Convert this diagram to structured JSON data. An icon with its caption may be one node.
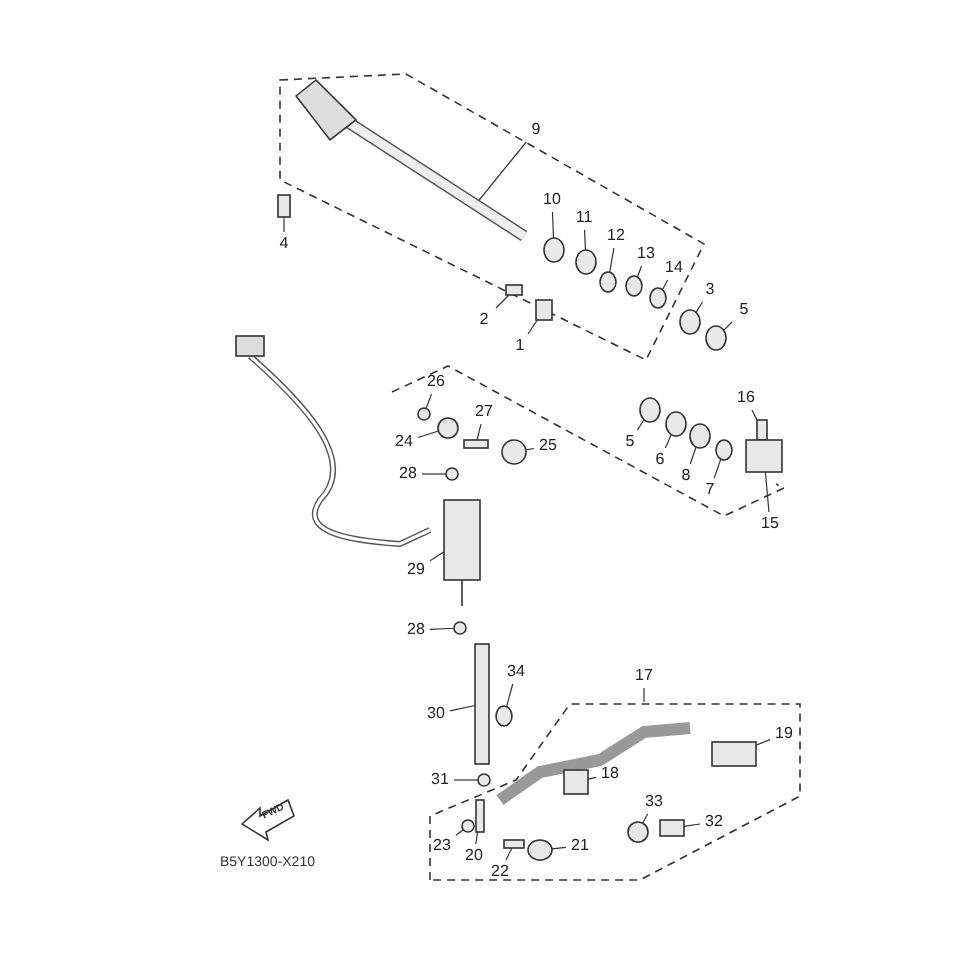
{
  "diagram": {
    "nodes": [
      {
        "text": [
          "9"
        ]
      },
      {
        "text": [
          "10"
        ]
      },
      {
        "text": [
          "11"
        ]
      },
      {
        "text": [
          "4"
        ]
      },
      {
        "text": [
          "12"
        ]
      },
      {
        "text": [
          "13"
        ]
      },
      {
        "text": [
          "14"
        ]
      },
      {
        "text": [
          "3"
        ]
      },
      {
        "text": [
          "5"
        ]
      },
      {
        "text": [
          "2"
        ]
      },
      {
        "text": [
          "1"
        ]
      },
      {
        "text": [
          "26"
        ]
      },
      {
        "text": [
          "16"
        ]
      },
      {
        "text": [
          "27"
        ]
      },
      {
        "text": [
          "24"
        ]
      },
      {
        "text": [
          "5"
        ]
      },
      {
        "text": [
          "25"
        ]
      },
      {
        "text": [
          "6"
        ]
      },
      {
        "text": [
          "28"
        ]
      },
      {
        "text": [
          "8"
        ]
      },
      {
        "text": [
          "7"
        ]
      },
      {
        "text": [
          "15"
        ]
      },
      {
        "text": [
          "29"
        ]
      },
      {
        "text": [
          "28"
        ]
      },
      {
        "text": [
          "34"
        ]
      },
      {
        "text": [
          "17"
        ]
      },
      {
        "text": [
          "30"
        ]
      },
      {
        "text": [
          "19"
        ]
      },
      {
        "text": [
          "18"
        ]
      },
      {
        "text": [
          "31"
        ]
      },
      {
        "text": [
          "33"
        ]
      },
      {
        "text": [
          "32"
        ]
      },
      {
        "text": [
          "23"
        ]
      },
      {
        "text": [
          "21"
        ]
      },
      {
        "text": [
          "20"
        ]
      },
      {
        "text": [
          "22"
        ]
      },
      {
        "text": [],
        "shape": "circle"
      },
      {
        "text": [],
        "shape": "circle"
      },
      {
        "text": [],
        "shape": "box"
      },
      {
        "text": [],
        "shape": "circle"
      },
      {
        "text": [],
        "shape": "circle"
      },
      {
        "text": [],
        "shape": "circle"
      },
      {
        "text": [],
        "shape": "circle"
      },
      {
        "text": [],
        "shape": "circle"
      },
      {
        "text": [],
        "shape": "box"
      },
      {
        "text": [],
        "shape": "box"
      },
      {
        "text": [],
        "shape": "circle"
      },
      {
        "text": [],
        "shape": "box"
      },
      {
        "text": [],
        "shape": "box"
      },
      {
        "text": [],
        "shape": "circle"
      },
      {
        "text": [],
        "shape": "circle"
      },
      {
        "text": [],
        "shape": "circle"
      },
      {
        "text": [],
        "shape": "circle"
      },
      {
        "text": [],
        "shape": "circle"
      },
      {
        "text": [],
        "shape": "circle"
      },
      {
        "text": [],
        "shape": "circle"
      },
      {
        "text": [],
        "shape": "box"
      },
      {
        "text": [],
        "shape": "box"
      },
      {
        "text": [],
        "shape": "circle"
      },
      {
        "text": [],
        "shape": "circle"
      },
      {
        "text": [],
        "shape": "box"
      },
      {
        "text": [],
        "shape": "box"
      },
      {
        "text": [],
        "shape": "box"
      },
      {
        "text": [],
        "shape": "circle"
      },
      {
        "text": [],
        "shape": "circle"
      },
      {
        "text": [],
        "shape": "box"
      },
      {
        "text": [],
        "shape": "circle"
      },
      {
        "text": [],
        "shape": "circle"
      },
      {
        "text": [],
        "shape": "box"
      },
      {
        "text": [],
        "shape": "box"
      },
      {
        "text": [],
        "shape": "picture"
      }
    ],
    "edges": [
      {
        "from": 0,
        "to": 70,
        "arrow": "none"
      },
      {
        "from": 1,
        "to": 36,
        "arrow": "none"
      },
      {
        "from": 2,
        "to": 37,
        "arrow": "none"
      },
      {
        "from": 3,
        "to": 38,
        "arrow": "none"
      },
      {
        "from": 4,
        "to": 39,
        "arrow": "none"
      },
      {
        "from": 5,
        "to": 40,
        "arrow": "none"
      },
      {
        "from": 6,
        "to": 41,
        "arrow": "none"
      },
      {
        "from": 7,
        "to": 42,
        "arrow": "none"
      },
      {
        "from": 8,
        "to": 43,
        "arrow": "none"
      },
      {
        "from": 9,
        "to": 44,
        "arrow": "none"
      },
      {
        "from": 10,
        "to": 45,
        "arrow": "none"
      },
      {
        "from": 11,
        "to": 46,
        "arrow": "none"
      },
      {
        "from": 12,
        "to": 47,
        "arrow": "none"
      },
      {
        "from": 13,
        "to": 48,
        "arrow": "none"
      },
      {
        "from": 14,
        "to": 49,
        "arrow": "none"
      },
      {
        "from": 15,
        "to": 50,
        "arrow": "none"
      },
      {
        "from": 16,
        "to": 51,
        "arrow": "none"
      },
      {
        "from": 17,
        "to": 52,
        "arrow": "none"
      },
      {
        "from": 18,
        "to": 53,
        "arrow": "none"
      },
      {
        "from": 19,
        "to": 54,
        "arrow": "none"
      },
      {
        "from": 20,
        "to": 55,
        "arrow": "none"
      },
      {
        "from": 21,
        "to": 56,
        "arrow": "none"
      },
      {
        "from": 22,
        "to": 57,
        "arrow": "none"
      },
      {
        "from": 23,
        "to": 58,
        "arrow": "none"
      },
      {
        "from": 24,
        "to": 59,
        "arrow": "none"
      },
      {
        "from": 25,
        "to": null,
        "arrow": "none"
      },
      {
        "from": 26,
        "to": 60,
        "arrow": "none"
      },
      {
        "from": 27,
        "to": 61,
        "arrow": "none"
      },
      {
        "from": 28,
        "to": 62,
        "arrow": "none"
      },
      {
        "from": 29,
        "to": 63,
        "arrow": "none"
      },
      {
        "from": 30,
        "to": 64,
        "arrow": "none"
      },
      {
        "from": 31,
        "to": 65,
        "arrow": "none"
      },
      {
        "from": 32,
        "to": 66,
        "arrow": "none"
      },
      {
        "from": 33,
        "to": 67,
        "arrow": "none"
      },
      {
        "from": 34,
        "to": 68,
        "arrow": "none"
      },
      {
        "from": 35,
        "to": 69,
        "arrow": "none"
      }
    ],
    "labels": [
      "FWD",
      "B5Y1300-X210"
    ]
  }
}
